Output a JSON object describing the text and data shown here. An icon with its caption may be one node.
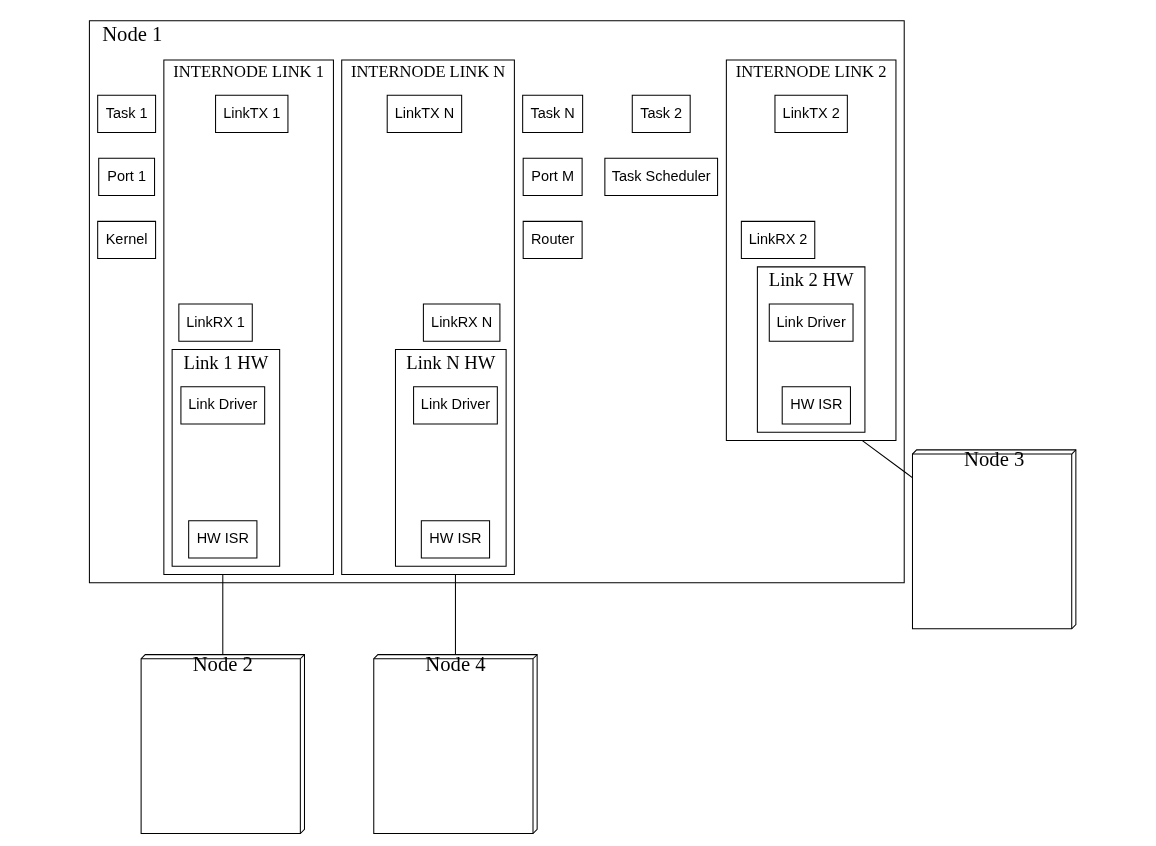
{
  "diagram": {
    "nodes": [
      {
        "text": [
          "Node 1"
        ]
      },
      {
        "text": [
          "Task 1"
        ],
        "in": 0
      },
      {
        "text": [
          "Task 2"
        ],
        "in": 0
      },
      {
        "text": [
          "Task N"
        ],
        "in": 0
      },
      {
        "text": [
          "Port 1"
        ],
        "in": 0
      },
      {
        "text": [
          "Port M"
        ],
        "in": 0
      },
      {
        "text": [
          "Kernel"
        ],
        "in": 0
      },
      {
        "text": [
          "Task Scheduler"
        ],
        "in": 0
      },
      {
        "text": [
          "Router"
        ],
        "in": 0
      },
      {
        "text": [
          "INTERNODE LINK 1"
        ],
        "in": 0
      },
      {
        "text": [
          "LinkRX 1"
        ],
        "in": 9
      },
      {
        "text": [
          "LinkTX 1"
        ],
        "in": 9
      },
      {
        "text": [
          "Link 1 HW"
        ],
        "in": 9
      },
      {
        "text": [
          "Link Driver"
        ],
        "in": 12
      },
      {
        "text": [
          "HW ISR"
        ],
        "in": 12
      },
      {
        "text": [
          "INTERNODE LINK 2"
        ],
        "in": 0
      },
      {
        "text": [
          "LinkRX 2"
        ],
        "in": 15
      },
      {
        "text": [
          "LinkTX 2"
        ],
        "in": 15
      },
      {
        "text": [
          "Link 2 HW"
        ],
        "in": 15
      },
      {
        "text": [
          "Link Driver"
        ],
        "in": 18
      },
      {
        "text": [
          "HW ISR"
        ],
        "in": 18
      },
      {
        "text": [
          "INTERNODE LINK N"
        ],
        "in": 0
      },
      {
        "text": [
          "LinkRX N"
        ],
        "in": 21
      },
      {
        "text": [
          "LinkTX N"
        ],
        "in": 21
      },
      {
        "text": [
          "Link N HW"
        ],
        "in": 21
      },
      {
        "text": [
          "Link Driver"
        ],
        "in": 24
      },
      {
        "text": [
          "HW ISR"
        ],
        "in": 24
      },
      {
        "text": [
          "Node 2"
        ]
      },
      {
        "text": [
          "Node 3"
        ]
      },
      {
        "text": [
          "Node 4"
        ]
      }
    ],
    "edges": [
      {
        "from": 9,
        "to": 27,
        "arrow": "none"
      },
      {
        "from": 15,
        "to": 28,
        "arrow": "none"
      },
      {
        "from": 21,
        "to": 29,
        "arrow": "none"
      }
    ]
  }
}
